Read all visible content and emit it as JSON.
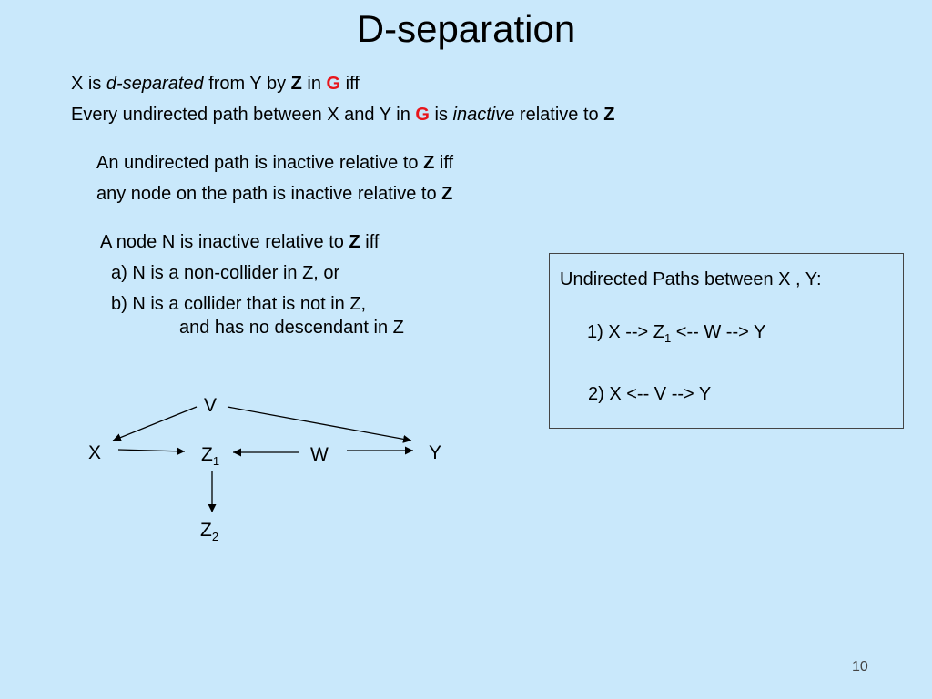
{
  "slide": {
    "title": "D-separation",
    "page_number": "10"
  },
  "definition": {
    "line1": {
      "p1": "X is ",
      "p2": "d-separated",
      "p3": " from Y by ",
      "p4": "Z",
      "p5": " in ",
      "p6": "G",
      "p7": " iff"
    },
    "line2": {
      "p1": "Every undirected path between X and Y in ",
      "p2": "G",
      "p3": " is ",
      "p4": "inactive",
      "p5": " relative to ",
      "p6": "Z"
    }
  },
  "path_rule": {
    "line1": {
      "p1": "An undirected path is inactive relative to ",
      "p2": "Z",
      "p3": " iff"
    },
    "line2": {
      "p1": "any node on the path is inactive relative to ",
      "p2": "Z"
    }
  },
  "node_rule": {
    "line1": {
      "p1": "A node N is inactive relative to ",
      "p2": "Z",
      "p3": " iff"
    },
    "item_a": "a) N is a non-collider in Z, or",
    "item_b": "b) N is a collider that is not in Z,",
    "item_b_cont": "and has no descendant in Z"
  },
  "paths_box": {
    "heading": "Undirected Paths between X , Y:",
    "path1": {
      "p1": "1)  X --> Z",
      "sub": "1",
      "p2": "  <-- W --> Y"
    },
    "path2": "2)  X <-- V --> Y"
  },
  "graph": {
    "nodes": {
      "V": "V",
      "X": "X",
      "Z1": {
        "base": "Z",
        "sub": "1"
      },
      "W": "W",
      "Y": "Y",
      "Z2": {
        "base": "Z",
        "sub": "2"
      }
    },
    "edges": [
      {
        "from": "V",
        "to": "X"
      },
      {
        "from": "V",
        "to": "Y"
      },
      {
        "from": "X",
        "to": "Z1"
      },
      {
        "from": "W",
        "to": "Z1"
      },
      {
        "from": "W",
        "to": "Y"
      },
      {
        "from": "Z1",
        "to": "Z2"
      }
    ]
  },
  "colors": {
    "background": "#c9e8fb",
    "emphasis_red": "#e8151b",
    "text": "#000000"
  }
}
